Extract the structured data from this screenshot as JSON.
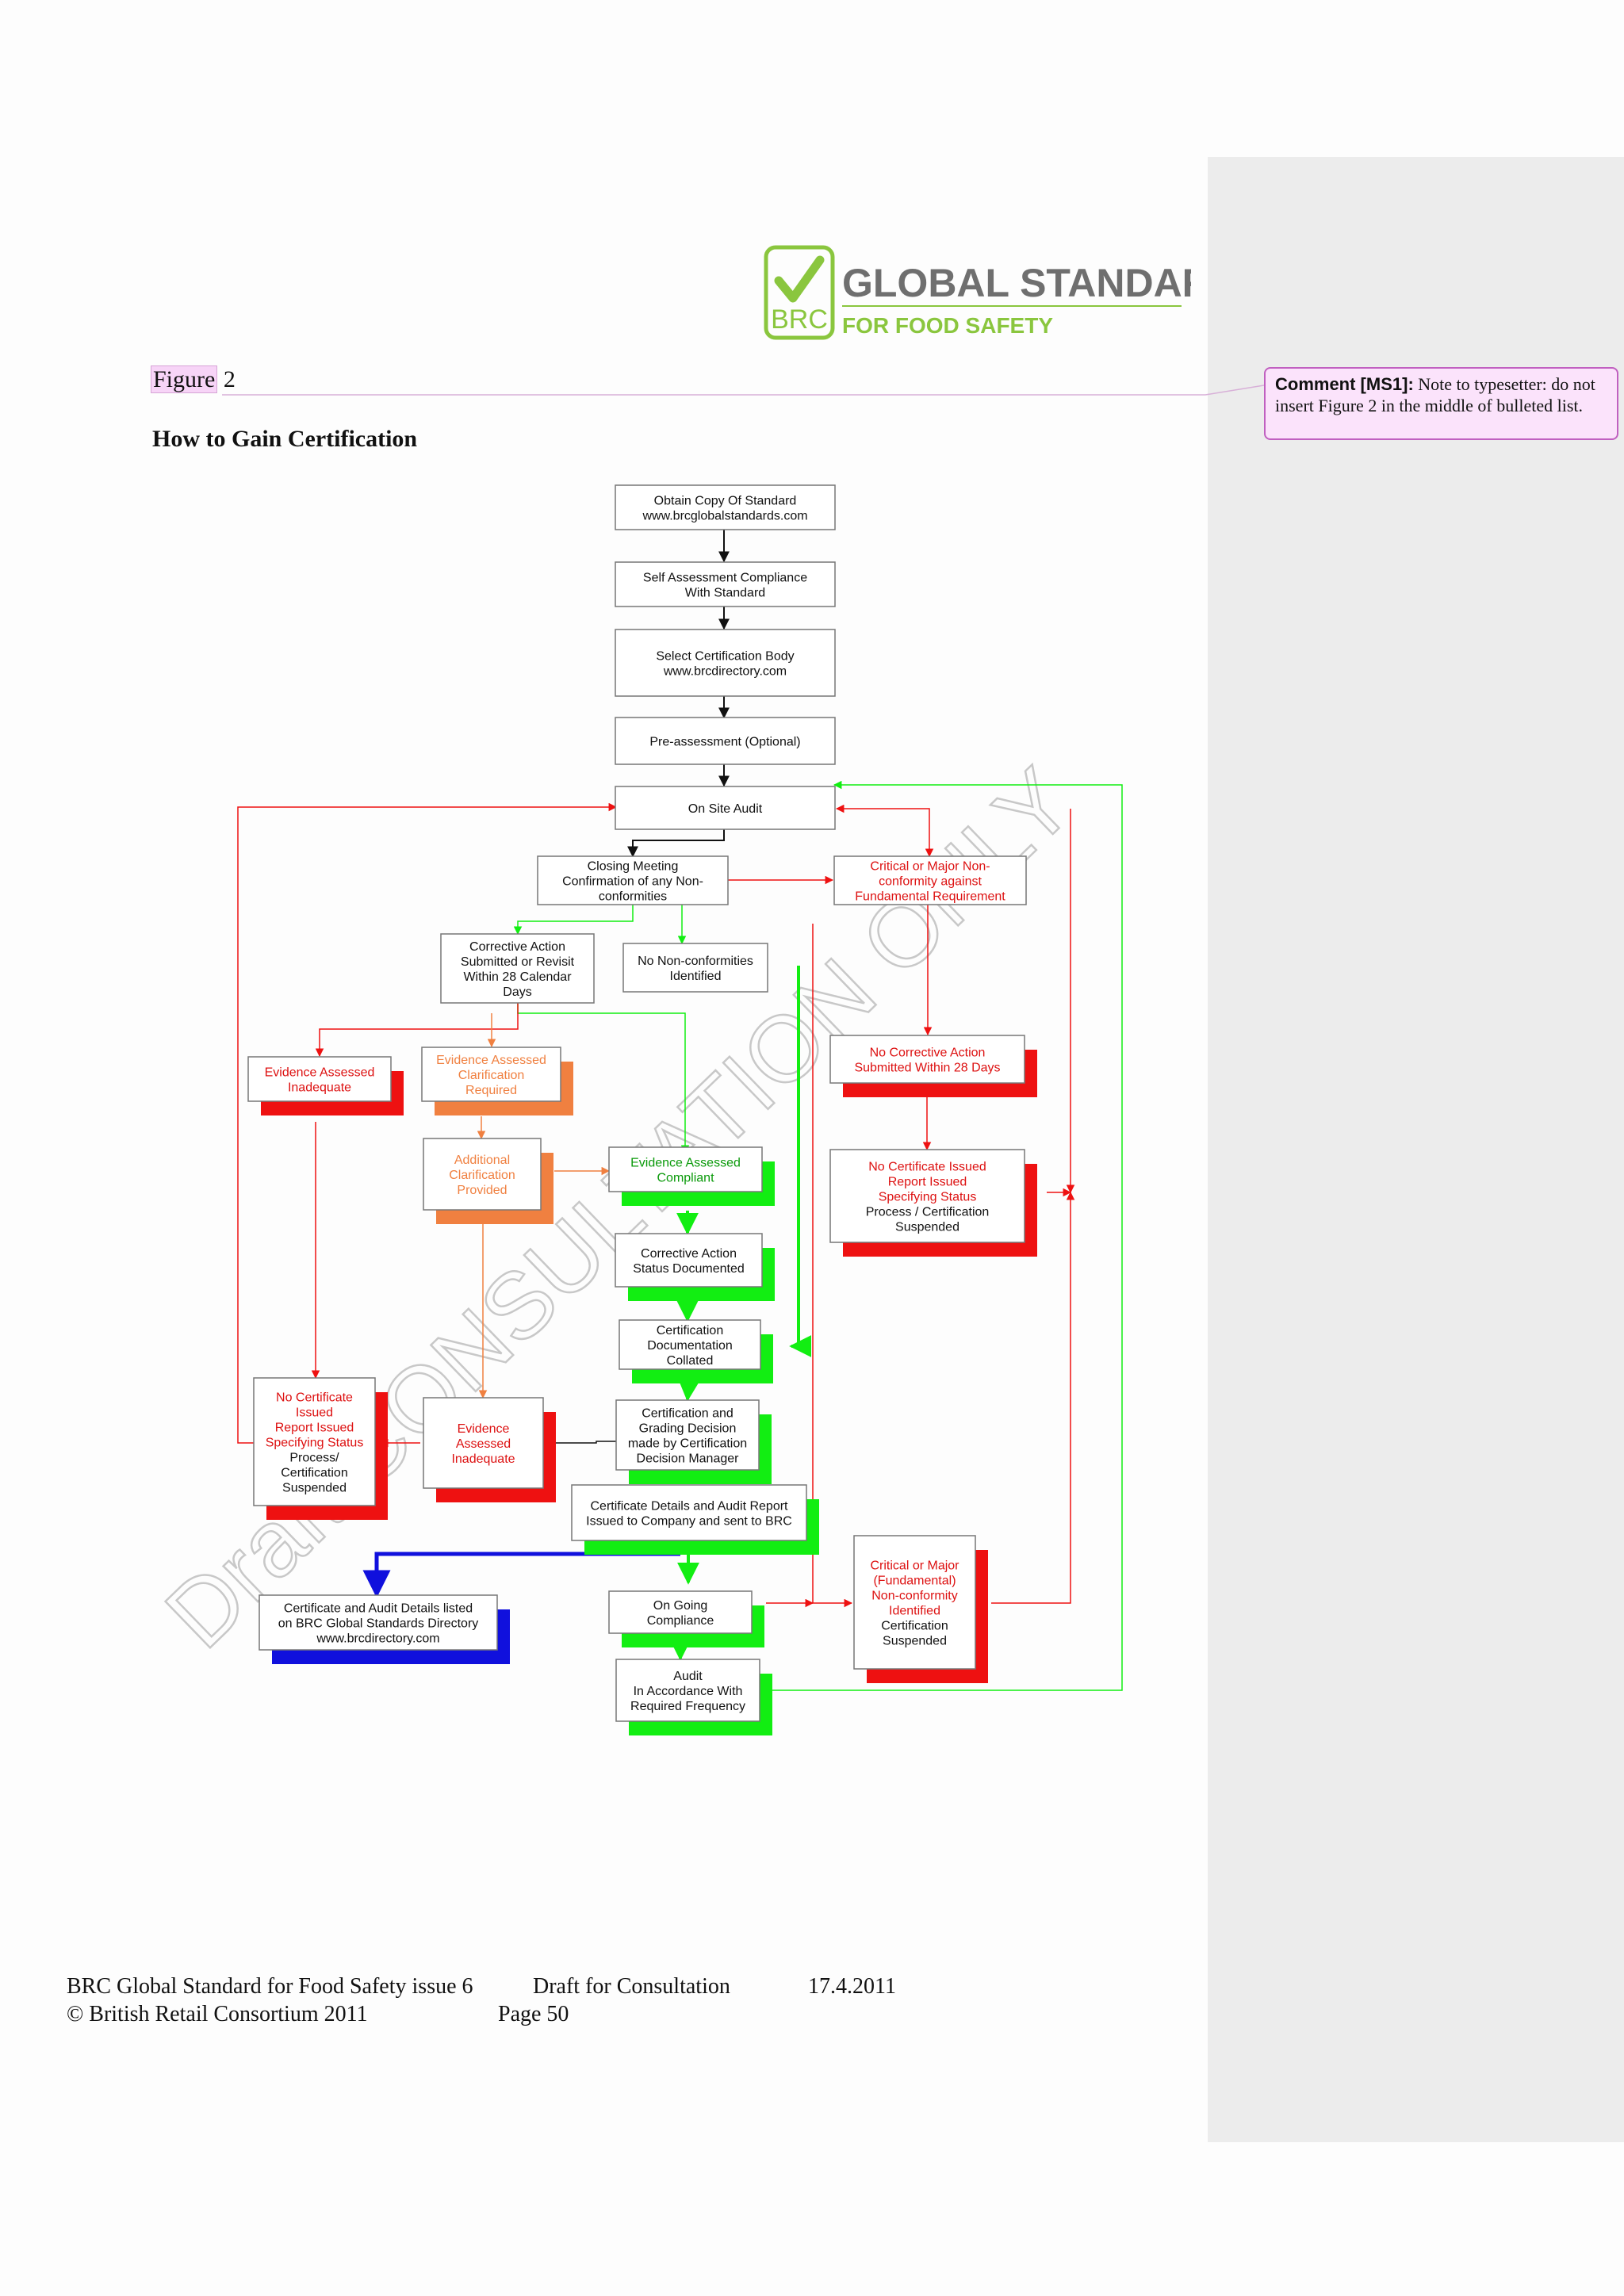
{
  "logo": {
    "brand": "BRC",
    "title": "GLOBAL STANDARD",
    "subtitle": "FOR FOOD SAFETY"
  },
  "figure": {
    "label": "Figure",
    "number": "2"
  },
  "heading": "How to Gain Certification",
  "comment": {
    "tag": "Comment [MS1]:",
    "text": "Note to typesetter: do not insert Figure 2 in the middle of bulleted list."
  },
  "watermark": "Draft CONSULTATION ONLY",
  "colors": {
    "red": "#ee1111",
    "green": "#12ee12",
    "orange": "#f08040",
    "blue": "#1010dd",
    "comment_border": "#c060c0",
    "logo_green": "#8ac63e",
    "logo_gray": "#6f6f6f"
  },
  "flow": {
    "obtain": [
      "Obtain Copy Of Standard",
      "www.brcglobalstandards.com"
    ],
    "self_assess": [
      "Self Assessment Compliance",
      "With Standard"
    ],
    "select_body": [
      "Select Certification Body",
      "www.brcdirectory.com"
    ],
    "pre_assess": [
      "Pre-assessment (Optional)"
    ],
    "on_site": [
      "On Site Audit"
    ],
    "closing": [
      "Closing Meeting",
      "Confirmation of any Non-",
      "conformities"
    ],
    "critical_top": [
      "Critical or Major Non-",
      "conformity against",
      "Fundamental Requirement"
    ],
    "corrective_submit": [
      "Corrective Action",
      "Submitted or Revisit",
      "Within 28 Calendar",
      "Days"
    ],
    "no_nc": [
      "No Non-conformities",
      "Identified"
    ],
    "no_ca": [
      "No Corrective Action",
      "Submitted Within 28 Days"
    ],
    "ev_inadequate_1": [
      "Evidence Assessed",
      "Inadequate"
    ],
    "ev_clarification": [
      "Evidence Assessed",
      "Clarification",
      "Required"
    ],
    "additional": [
      "Additional",
      "Clarification",
      "Provided"
    ],
    "ev_compliant": [
      "Evidence Assessed",
      "Compliant"
    ],
    "no_cert_right": [
      "No Certificate Issued",
      "Report Issued",
      "Specifying Status",
      "Process / Certification",
      "Suspended"
    ],
    "ca_status": [
      "Corrective Action",
      "Status Documented"
    ],
    "cert_docs": [
      "Certification",
      "Documentation",
      "Collated"
    ],
    "no_cert_left": [
      "No Certificate",
      "Issued",
      "Report Issued",
      "Specifying Status",
      "Process/",
      "Certification",
      "Suspended"
    ],
    "ev_inadequate_2": [
      "Evidence",
      "Assessed",
      "Inadequate"
    ],
    "grading": [
      "Certification and",
      "Grading Decision",
      "made by Certification",
      "Decision Manager"
    ],
    "cert_details": [
      "Certificate Details and Audit Report",
      "Issued to Company and sent to BRC"
    ],
    "directory": [
      "Certificate and Audit Details listed",
      "on BRC Global Standards Directory",
      "www.brcdirectory.com"
    ],
    "ongoing": [
      "On Going",
      "Compliance"
    ],
    "critical_bottom": [
      "Critical or Major",
      "(Fundamental)",
      "Non-conformity",
      "Identified",
      "Certification",
      "Suspended"
    ],
    "audit_freq": [
      "Audit",
      "In Accordance With",
      "Required Frequency"
    ]
  },
  "footer": {
    "doc_title": "BRC Global Standard for Food Safety issue 6",
    "status": "Draft for Consultation",
    "date": "17.4.2011",
    "copyright": "© British Retail Consortium 2011",
    "page": "Page 50"
  }
}
